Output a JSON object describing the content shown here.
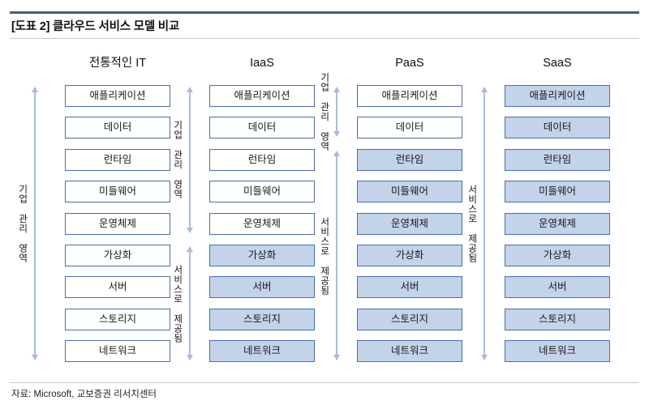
{
  "header": {
    "title": "[도표 2] 클라우드 서비스 모델 비교"
  },
  "footer": {
    "source": "자료: Microsoft, 교보증권 리서치센터"
  },
  "labels": {
    "managed_by_enterprise": "기업 관리 영역",
    "provided_as_service": "서비스로 제공됨"
  },
  "colors": {
    "top_rule": "#4a5b77",
    "box_border": "#4a6fa5",
    "box_fill_managed": "#ffffff",
    "box_fill_service": "#c3d3ea",
    "arrow": "#a9bcd8",
    "hairline": "#c8c8c8"
  },
  "layers": [
    "애플리케이션",
    "데이터",
    "런타임",
    "미들웨어",
    "운영체제",
    "가상화",
    "서버",
    "스토리지",
    "네트워크"
  ],
  "columns": [
    {
      "id": "traditional-it",
      "title": "전통적인 IT",
      "cells": [
        {
          "label": "애플리케이션",
          "filled": false
        },
        {
          "label": "데이터",
          "filled": false
        },
        {
          "label": "런타임",
          "filled": false
        },
        {
          "label": "미들웨어",
          "filled": false
        },
        {
          "label": "운영체제",
          "filled": false
        },
        {
          "label": "가상화",
          "filled": false
        },
        {
          "label": "서버",
          "filled": false
        },
        {
          "label": "스토리지",
          "filled": false
        },
        {
          "label": "네트워크",
          "filled": false
        }
      ],
      "managed_layers": 9,
      "service_layers": 0
    },
    {
      "id": "iaas",
      "title": "IaaS",
      "cells": [
        {
          "label": "애플리케이션",
          "filled": false
        },
        {
          "label": "데이터",
          "filled": false
        },
        {
          "label": "런타임",
          "filled": false
        },
        {
          "label": "미들웨어",
          "filled": false
        },
        {
          "label": "운영체제",
          "filled": false
        },
        {
          "label": "가상화",
          "filled": true
        },
        {
          "label": "서버",
          "filled": true
        },
        {
          "label": "스토리지",
          "filled": true
        },
        {
          "label": "네트워크",
          "filled": true
        }
      ],
      "managed_layers": 5,
      "service_layers": 4
    },
    {
      "id": "paas",
      "title": "PaaS",
      "cells": [
        {
          "label": "애플리케이션",
          "filled": false
        },
        {
          "label": "데이터",
          "filled": false
        },
        {
          "label": "런타임",
          "filled": true
        },
        {
          "label": "미들웨어",
          "filled": true
        },
        {
          "label": "운영체제",
          "filled": true
        },
        {
          "label": "가상화",
          "filled": true
        },
        {
          "label": "서버",
          "filled": true
        },
        {
          "label": "스토리지",
          "filled": true
        },
        {
          "label": "네트워크",
          "filled": true
        }
      ],
      "managed_layers": 2,
      "service_layers": 7
    },
    {
      "id": "saas",
      "title": "SaaS",
      "cells": [
        {
          "label": "애플리케이션",
          "filled": true
        },
        {
          "label": "데이터",
          "filled": true
        },
        {
          "label": "런타임",
          "filled": true
        },
        {
          "label": "미들웨어",
          "filled": true
        },
        {
          "label": "운영체제",
          "filled": true
        },
        {
          "label": "가상화",
          "filled": true
        },
        {
          "label": "서버",
          "filled": true
        },
        {
          "label": "스토리지",
          "filled": true
        },
        {
          "label": "네트워크",
          "filled": true
        }
      ],
      "managed_layers": 0,
      "service_layers": 9
    }
  ],
  "annotations": [
    {
      "id": "ann-left-traditional",
      "label": "기업 관리 영역",
      "from_layer": 1,
      "to_layer": 9
    },
    {
      "id": "ann-right-traditional-managed",
      "label": "기업 관리 영역",
      "from_layer": 1,
      "to_layer": 5
    },
    {
      "id": "ann-right-traditional-service",
      "label": "서비스로 제공됨",
      "from_layer": 6,
      "to_layer": 9
    },
    {
      "id": "ann-right-iaas-managed",
      "label": "기업 관리 영역",
      "from_layer": 1,
      "to_layer": 2
    },
    {
      "id": "ann-right-iaas-service",
      "label": "서비스로 제공됨",
      "from_layer": 3,
      "to_layer": 9
    },
    {
      "id": "ann-right-paas-service",
      "label": "서비스로 제공됨",
      "from_layer": 1,
      "to_layer": 9
    }
  ]
}
